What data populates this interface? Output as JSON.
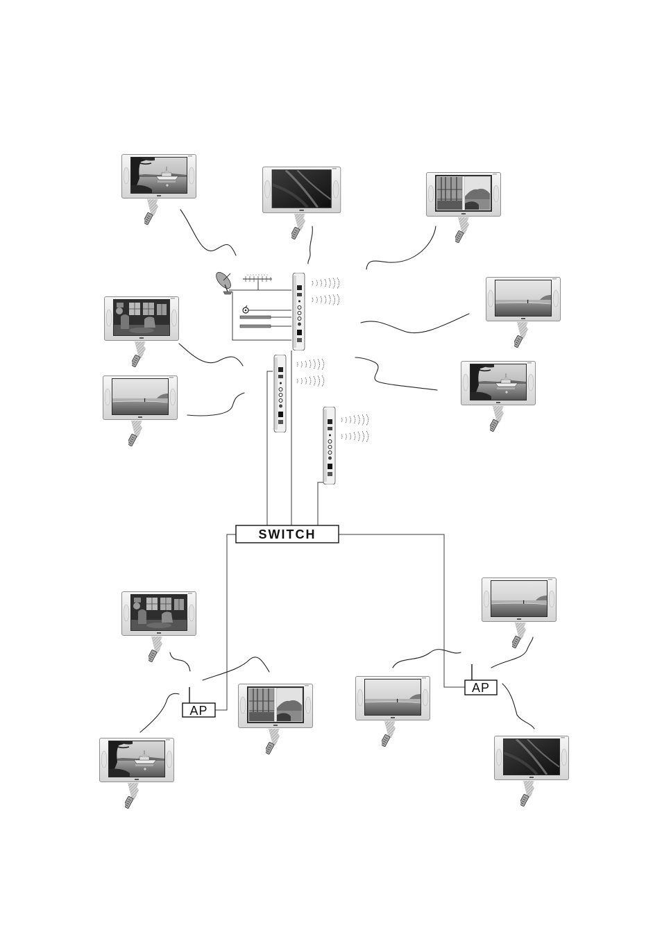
{
  "diagram": {
    "switch": {
      "label": "SWITCH"
    },
    "access_points": [
      {
        "label": "AP"
      },
      {
        "label": "AP"
      }
    ]
  },
  "icons": {
    "tv": "tv-icon",
    "remote": "remote-control-icon",
    "media_server": "media-server-icon",
    "wireless_signal": "wireless-signal-icon",
    "satellite_dish": "satellite-dish-icon",
    "antenna": "antenna-icon"
  },
  "colors": {
    "background": "#ffffff",
    "line": "#222222"
  }
}
